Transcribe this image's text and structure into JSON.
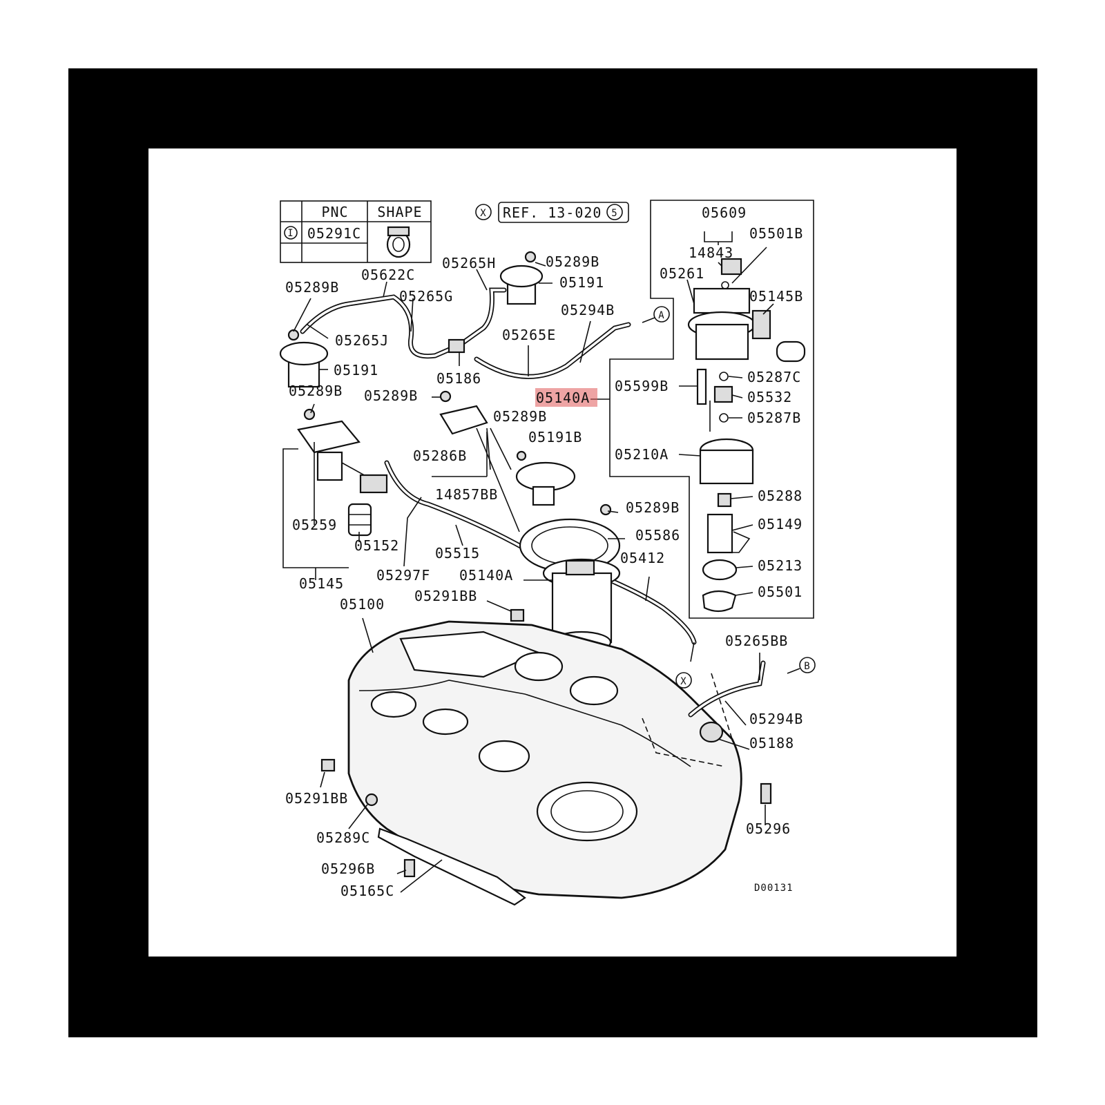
{
  "table": {
    "header_pnc": "PNC",
    "header_shape": "SHAPE",
    "row_marker": "I",
    "row_pnc": "05291C"
  },
  "reference": {
    "marker": "X",
    "text": "REF. 13-020",
    "number": "5"
  },
  "connectors": {
    "a": "A",
    "b": "B",
    "x": "X"
  },
  "highlight_color": "#e05a5a",
  "diagram_code": "D00131",
  "labels": {
    "05289B_top": "05289B",
    "05622C": "05622C",
    "05265H": "05265H",
    "05289B_right": "05289B",
    "05191_top": "05191",
    "05265G": "05265G",
    "05294B_top": "05294B",
    "05265J": "05265J",
    "05265E": "05265E",
    "05191_left": "05191",
    "05186": "05186",
    "05289B_left": "05289B",
    "05289B_mid": "05289B",
    "05140A_highlight": "05140A",
    "05289B_mid2": "05289B",
    "05191B": "05191B",
    "05286B": "05286B",
    "14857BB": "14857BB",
    "05289B_lower": "05289B",
    "05586": "05586",
    "05259": "05259",
    "05152": "05152",
    "05515": "05515",
    "05412": "05412",
    "05297F": "05297F",
    "05140A": "05140A",
    "05145": "05145",
    "05291BB_top": "05291BB",
    "05100": "05100",
    "05265BB": "05265BB",
    "05294B_bottom": "05294B",
    "05188": "05188",
    "05291BB_left": "05291BB",
    "05296": "05296",
    "05289C": "05289C",
    "05296B": "05296B",
    "05165C": "05165C",
    "05609": "05609",
    "05501B": "05501B",
    "14843": "14843",
    "05261": "05261",
    "05145B": "05145B",
    "05287C": "05287C",
    "05599B": "05599B",
    "05532": "05532",
    "05287B": "05287B",
    "05210A": "05210A",
    "05288": "05288",
    "05149": "05149",
    "05213": "05213",
    "05501": "05501"
  }
}
